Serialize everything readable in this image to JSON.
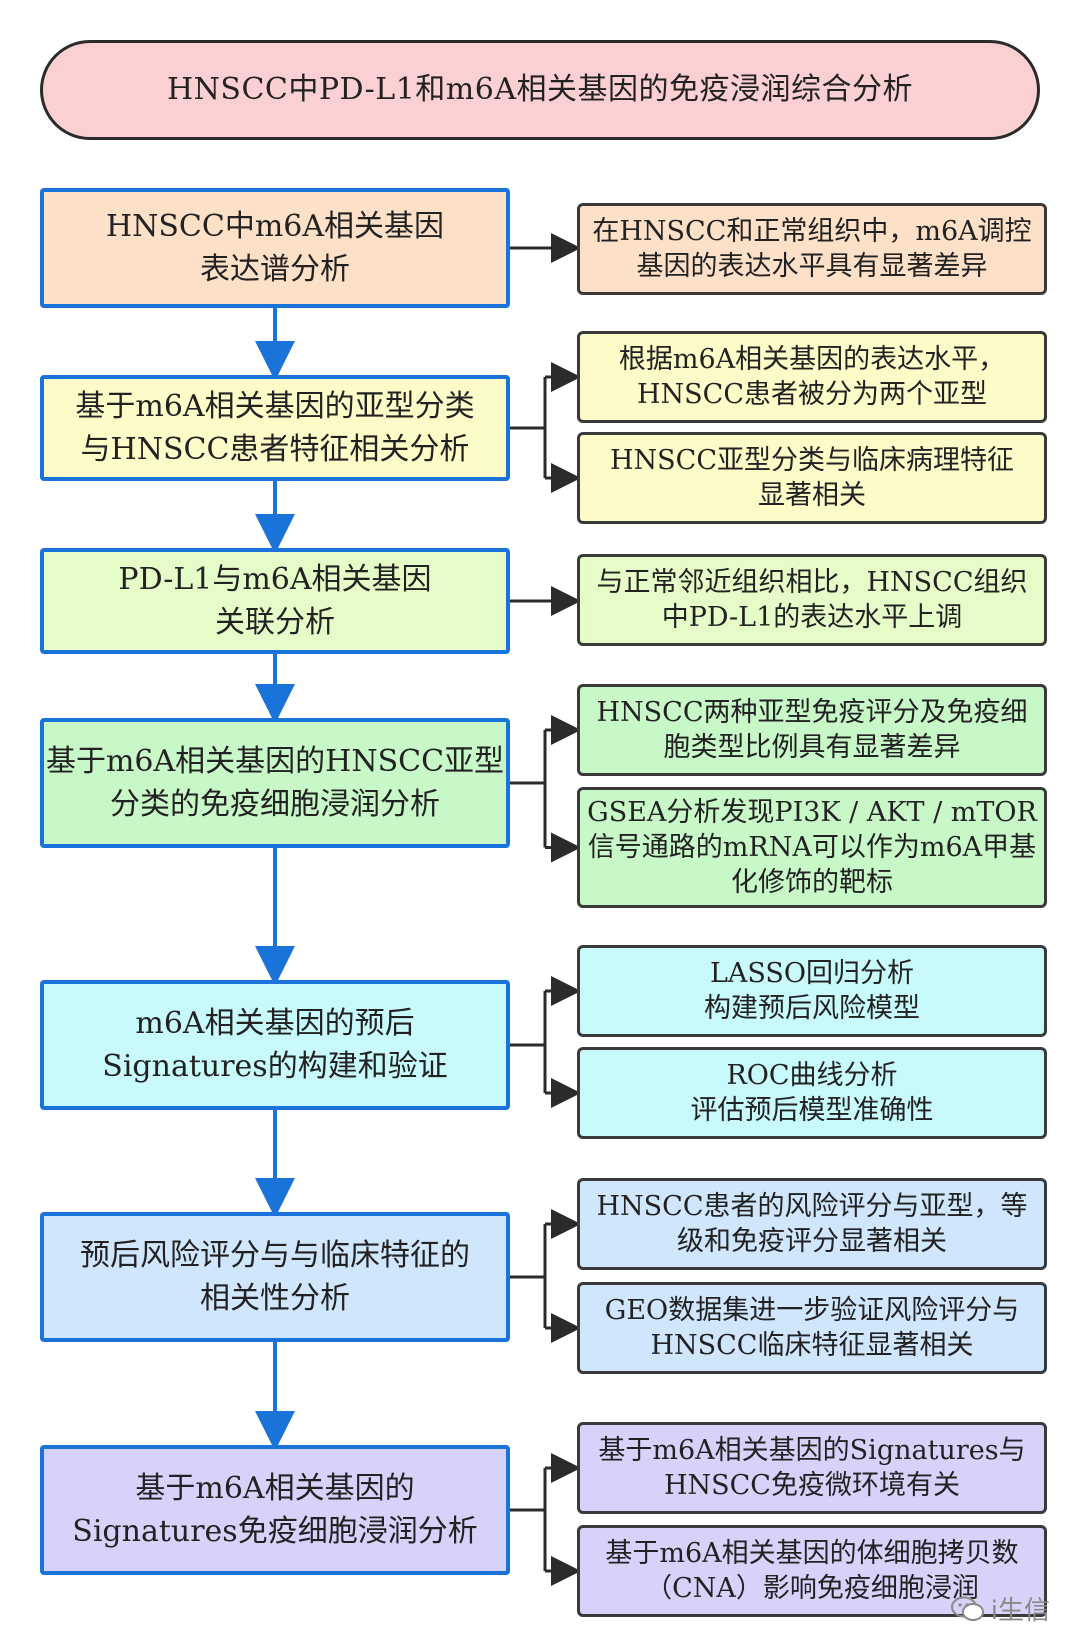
{
  "title": "HNSCC中PD-L1和m6A相关基因的免疫浸润综合分析",
  "steps": [
    {
      "label": "HNSCC中m6A相关基因\n表达谱分析",
      "color": "#fde0c8",
      "results": [
        "在HNSCC和正常组织中，m6A调控\n基因的表达水平具有显著差异"
      ]
    },
    {
      "label": "基于m6A相关基因的亚型分类\n与HNSCC患者特征相关分析",
      "color": "#fdfcc8",
      "results": [
        "根据m6A相关基因的表达水平，\nHNSCC患者被分为两个亚型",
        "HNSCC亚型分类与临床病理特征\n显著相关"
      ]
    },
    {
      "label": "PD-L1与m6A相关基因\n关联分析",
      "color": "#e6fcc8",
      "results": [
        "与正常邻近组织相比，HNSCC组织\n中PD-L1的表达水平上调"
      ]
    },
    {
      "label": "基于m6A相关基因的HNSCC亚型\n分类的免疫细胞浸润分析",
      "color": "#c8f7c8",
      "results": [
        "HNSCC两种亚型免疫评分及免疫细\n胞类型比例具有显著差异",
        "GSEA分析发现PI3K / AKT / mTOR\n信号通路的mRNA可以作为m6A甲基\n化修饰的靶标"
      ]
    },
    {
      "label": "m6A相关基因的预后\nSignatures的构建和验证",
      "color": "#c8f9fb",
      "results": [
        "LASSO回归分析\n构建预后风险模型",
        "ROC曲线分析\n评估预后模型准确性"
      ]
    },
    {
      "label": "预后风险评分与与临床特征的\n相关性分析",
      "color": "#cfe6fd",
      "results": [
        "HNSCC患者的风险评分与亚型，等\n级和免疫评分显著相关",
        "GEO数据集进一步验证风险评分与\nHNSCC临床特征显著相关"
      ]
    },
    {
      "label": "基于m6A相关基因的\nSignatures免疫细胞浸润分析",
      "color": "#d7d2fa",
      "results": [
        "基于m6A相关基因的Signatures与\nHNSCC免疫微环境有关",
        "基于m6A相关基因的体细胞拷贝数\n（CNA）影响免疫细胞浸润"
      ]
    }
  ],
  "watermark": "i生信",
  "arrow_color": "#1a73d9"
}
